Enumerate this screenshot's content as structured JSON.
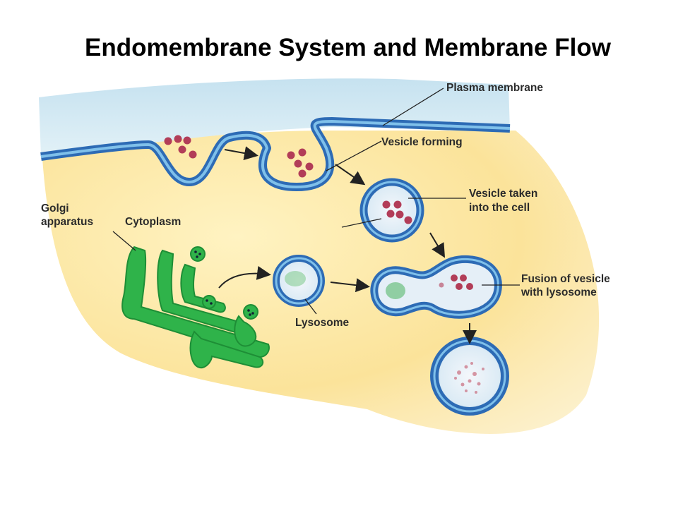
{
  "title": "Endomembrane System and Membrane Flow",
  "labels": {
    "plasma_membrane": "Plasma membrane",
    "vesicle_forming": "Vesicle forming",
    "vesicle_taken_1": "Vesicle taken",
    "vesicle_taken_2": "into the cell",
    "golgi_1": "Golgi",
    "golgi_2": "apparatus",
    "cytoplasm": "Cytoplasm",
    "fusion_1": "Fusion of vesicle",
    "fusion_2": "with lysosome",
    "lysosome": "Lysosome"
  },
  "colors": {
    "membrane": "#2f6fb8",
    "membrane_light": "#6fb3e6",
    "extracellular": "#cfe6f2",
    "cytoplasm": "#f9df8e",
    "golgi": "#2fb34a",
    "cargo": "#b8405a"
  }
}
